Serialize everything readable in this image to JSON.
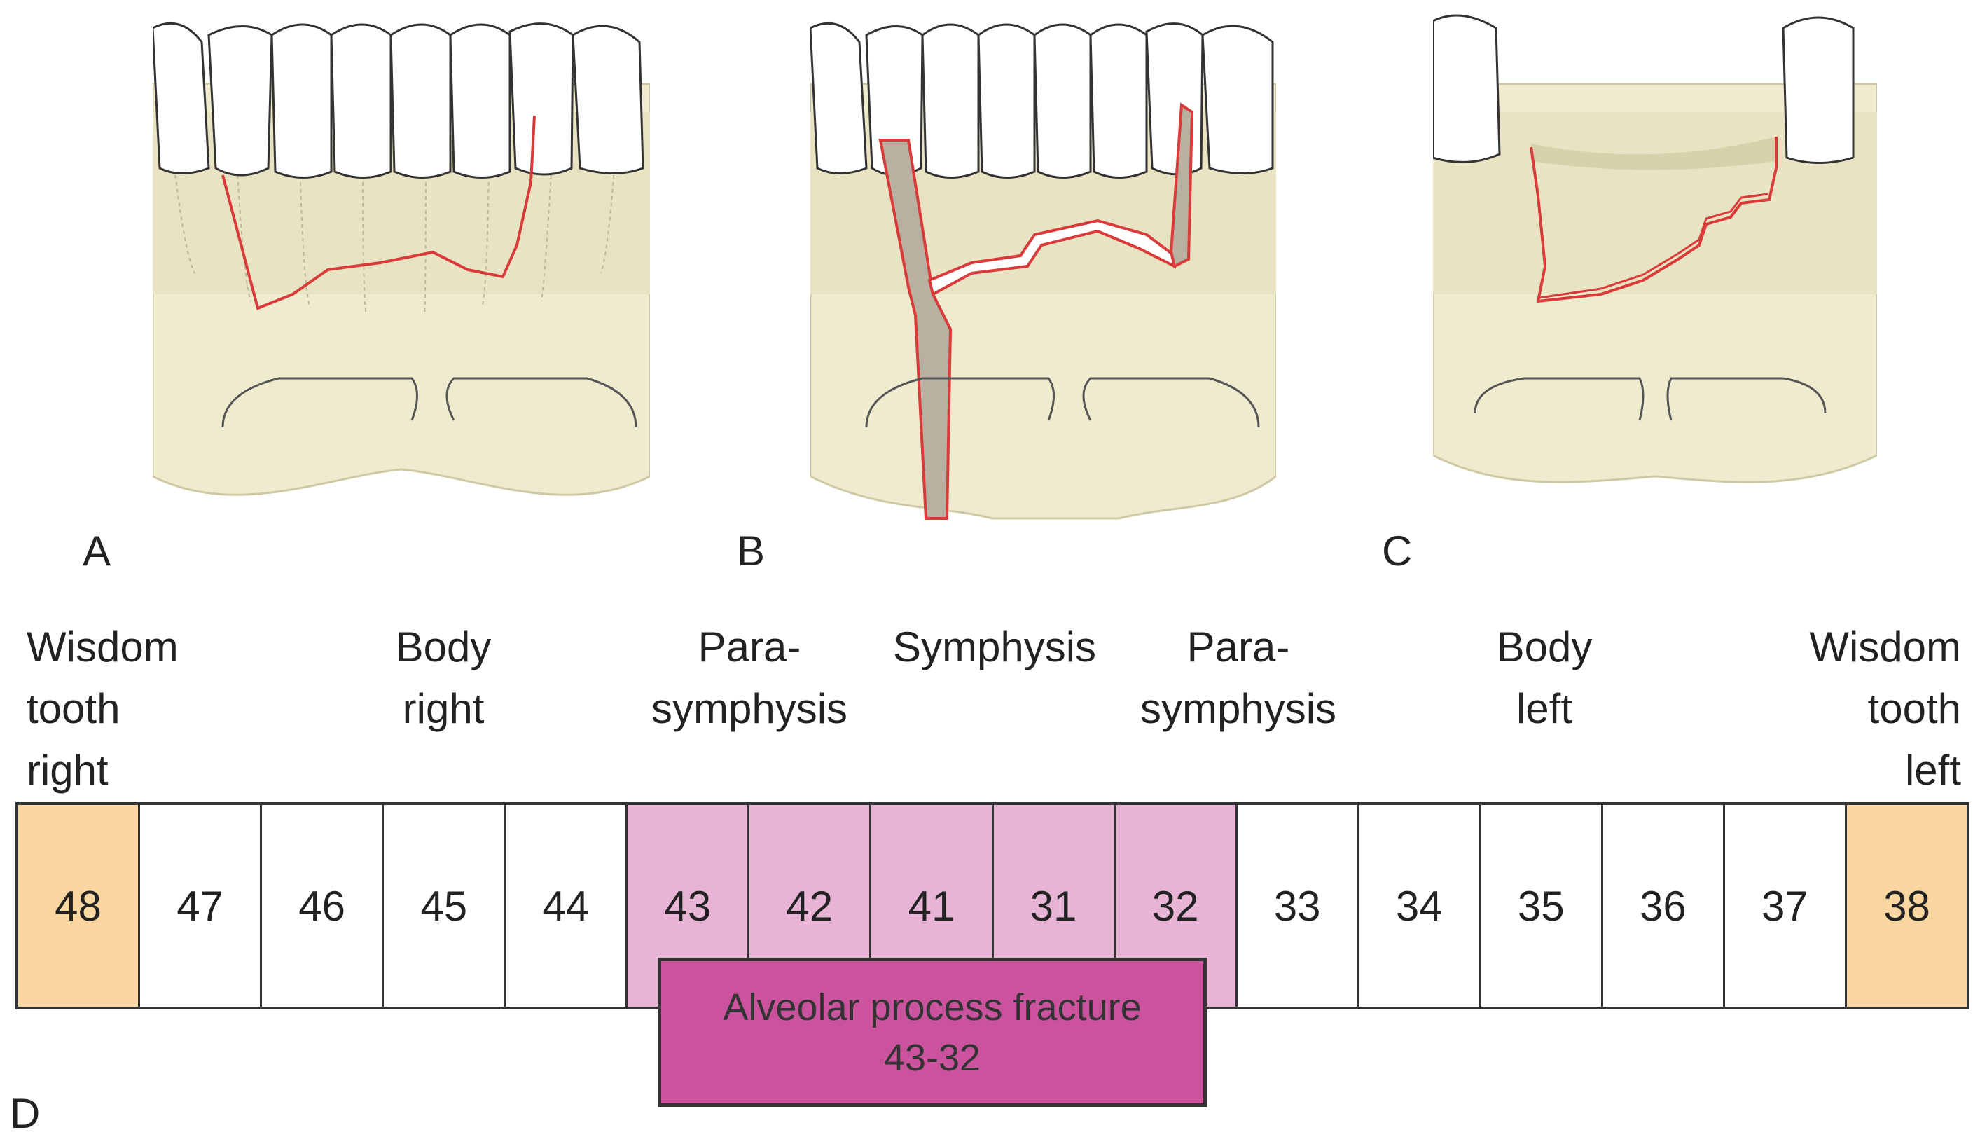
{
  "panels": [
    {
      "letter": "A"
    },
    {
      "letter": "B"
    },
    {
      "letter": "C"
    },
    {
      "letter": "D"
    }
  ],
  "regions": [
    {
      "label": "Wisdom\ntooth\nright"
    },
    {
      "label": "Body\nright"
    },
    {
      "label": "Para-\nsymphysis"
    },
    {
      "label": "Symphysis"
    },
    {
      "label": "Para-\nsymphysis"
    },
    {
      "label": "Body\nleft"
    },
    {
      "label": "Wisdom\ntooth\nleft"
    }
  ],
  "teeth": [
    {
      "number": "48",
      "zone": "wisdom"
    },
    {
      "number": "47",
      "zone": "normal"
    },
    {
      "number": "46",
      "zone": "normal"
    },
    {
      "number": "45",
      "zone": "normal"
    },
    {
      "number": "44",
      "zone": "normal"
    },
    {
      "number": "43",
      "zone": "fracture"
    },
    {
      "number": "42",
      "zone": "fracture"
    },
    {
      "number": "41",
      "zone": "fracture"
    },
    {
      "number": "31",
      "zone": "fracture"
    },
    {
      "number": "32",
      "zone": "fracture"
    },
    {
      "number": "33",
      "zone": "normal"
    },
    {
      "number": "34",
      "zone": "normal"
    },
    {
      "number": "35",
      "zone": "normal"
    },
    {
      "number": "36",
      "zone": "normal"
    },
    {
      "number": "37",
      "zone": "normal"
    },
    {
      "number": "38",
      "zone": "wisdom"
    }
  ],
  "callout": {
    "line1": "Alveolar process fracture",
    "line2": "43-32"
  },
  "colors": {
    "wisdom": "#fad7a0",
    "fracture": "#e7b4d6",
    "normal": "#ffffff",
    "callout": "#cb539e",
    "bone": "#efebcf",
    "bone_shadow": "#e2ddb5",
    "fracture_line": "#d93a3a",
    "gap": "#b8b0a0"
  }
}
